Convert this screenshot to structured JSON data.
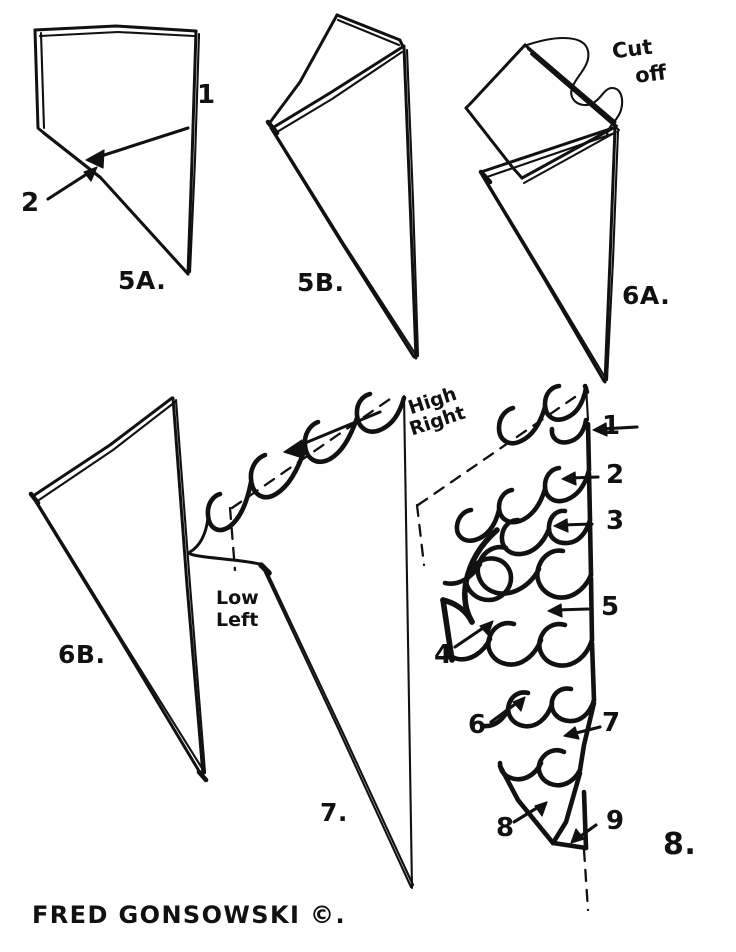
{
  "document": {
    "type": "hand-drawn instructional diagram",
    "title_text_visible": false,
    "background_color": "#ffffff",
    "ink_color": "#111111"
  },
  "signature": {
    "text": "FRED GONSOWSKI ©.",
    "name": "FRED GONSOWSKI",
    "copyright_mark": "©"
  },
  "figures": [
    {
      "id": "5a",
      "label": "5A.",
      "annotations": [
        {
          "id": "fold-1",
          "text": "1"
        },
        {
          "id": "fold-2",
          "text": "2"
        }
      ]
    },
    {
      "id": "5b",
      "label": "5B.",
      "annotations": []
    },
    {
      "id": "6a",
      "label": "6A.",
      "annotations": [
        {
          "id": "cut-off-note",
          "text": "Cut",
          "text2": "off",
          "full": "Cut off"
        }
      ]
    },
    {
      "id": "6b",
      "label": "6B.",
      "annotations": []
    },
    {
      "id": "7",
      "label": "7.",
      "annotations": [
        {
          "id": "high-right",
          "text": "High",
          "text2": "Right",
          "full": "High Right"
        },
        {
          "id": "low-left",
          "text": "Low",
          "text2": "Left",
          "full": "Low Left"
        }
      ]
    },
    {
      "id": "8",
      "label": "8.",
      "annotations": [
        {
          "id": "cut-step-1",
          "text": "1"
        },
        {
          "id": "cut-step-2",
          "text": "2"
        },
        {
          "id": "cut-step-3",
          "text": "3"
        },
        {
          "id": "cut-step-4",
          "text": "4"
        },
        {
          "id": "cut-step-5",
          "text": "5"
        },
        {
          "id": "cut-step-6",
          "text": "6"
        },
        {
          "id": "cut-step-7",
          "text": "7"
        },
        {
          "id": "cut-step-8",
          "text": "8"
        },
        {
          "id": "cut-step-9",
          "text": "9"
        }
      ]
    }
  ],
  "labels": {
    "fig_5a": "5A.",
    "fig_5b": "5B.",
    "fig_6a": "6A.",
    "fig_6b": "6B.",
    "fig_7": "7.",
    "fig_8": "8.",
    "cut_line1": "Cut",
    "cut_line2": "off",
    "high_line1": "High",
    "high_line2": "Right",
    "low_line1": "Low",
    "low_line2": "Left",
    "n1": "1",
    "n2": "2",
    "n3": "3",
    "n4": "4",
    "n5": "5",
    "n6": "6",
    "n7": "7",
    "n8": "8",
    "n9": "9",
    "f5a_n1": "1",
    "f5a_n2": "2",
    "signature": "FRED GONSOWSKI ©."
  }
}
